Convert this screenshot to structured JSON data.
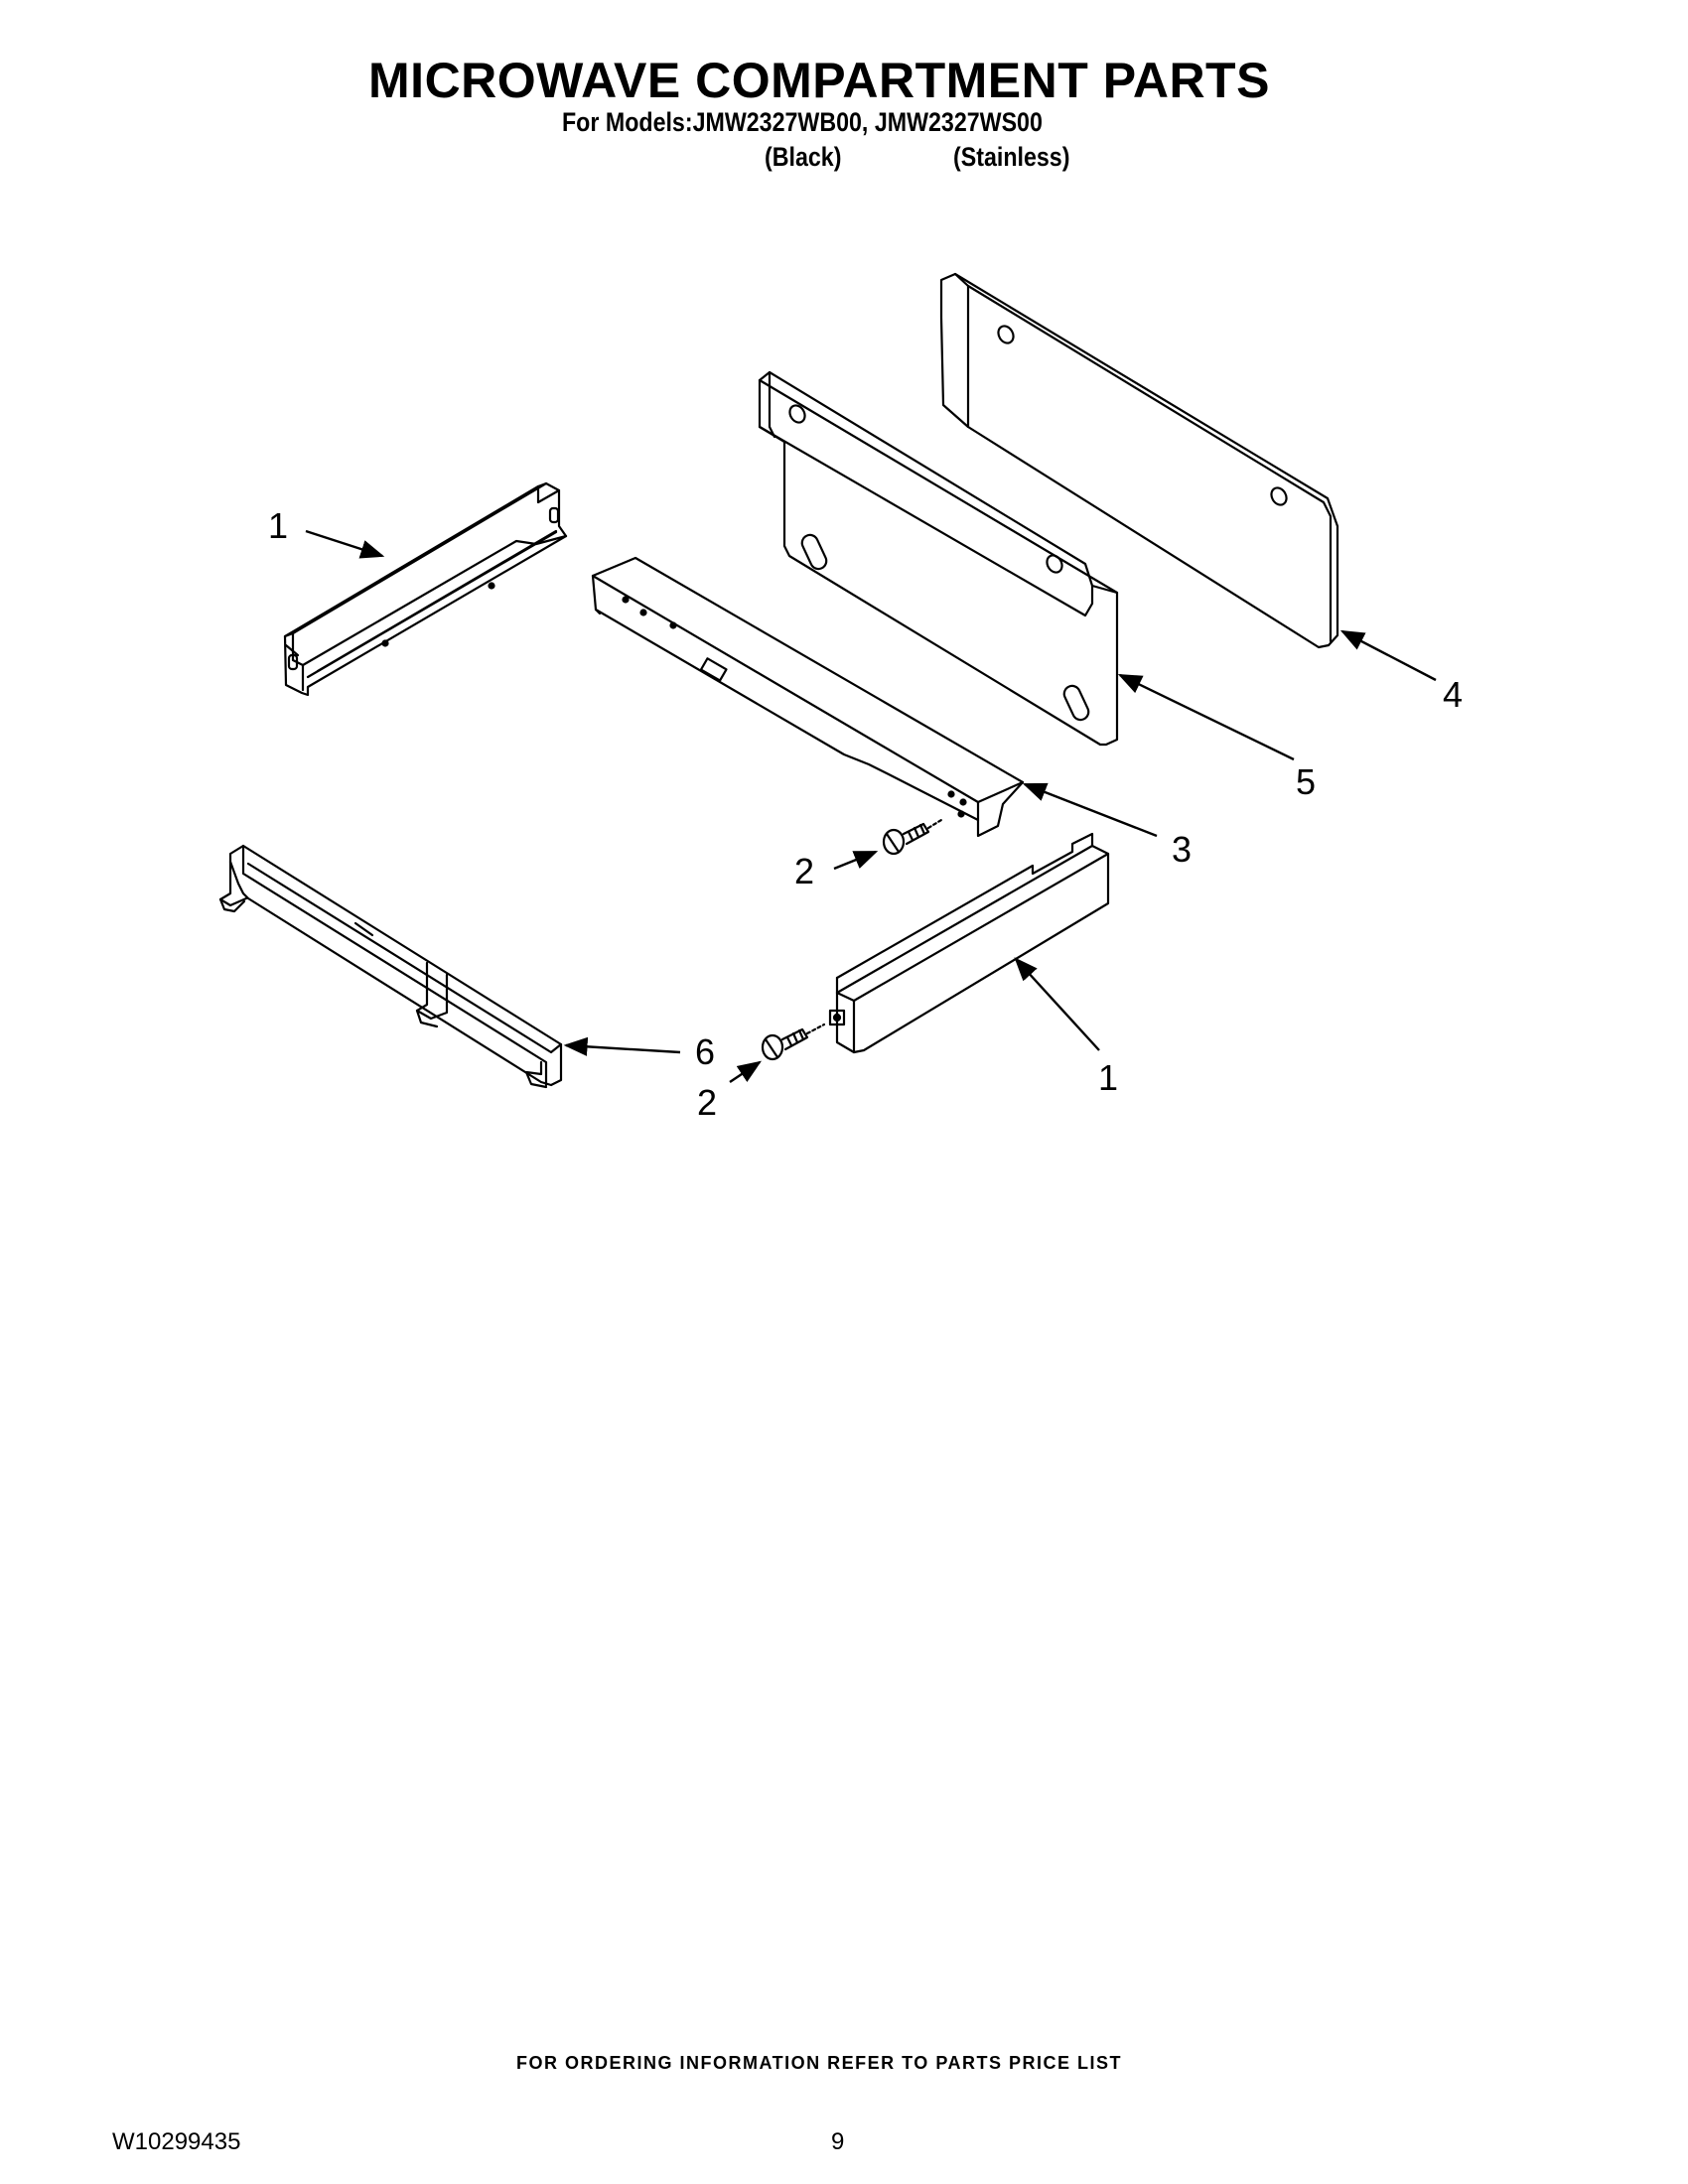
{
  "header": {
    "title": "MICROWAVE COMPARTMENT PARTS",
    "models_line": "For Models:JMW2327WB00, JMW2327WS00",
    "variant_black": "(Black)",
    "variant_stainless": "(Stainless)"
  },
  "callouts": {
    "rail_upper_left": "1",
    "screw_upper": "2",
    "front_channel": "3",
    "back_panel": "4",
    "mid_panel": "5",
    "screw_lower": "2",
    "bottom_bracket": "6",
    "rail_lower_right": "1"
  },
  "footer": {
    "ordering_note": "FOR ORDERING INFORMATION REFER TO PARTS PRICE LIST",
    "document_number": "W10299435",
    "page_number": "9"
  }
}
